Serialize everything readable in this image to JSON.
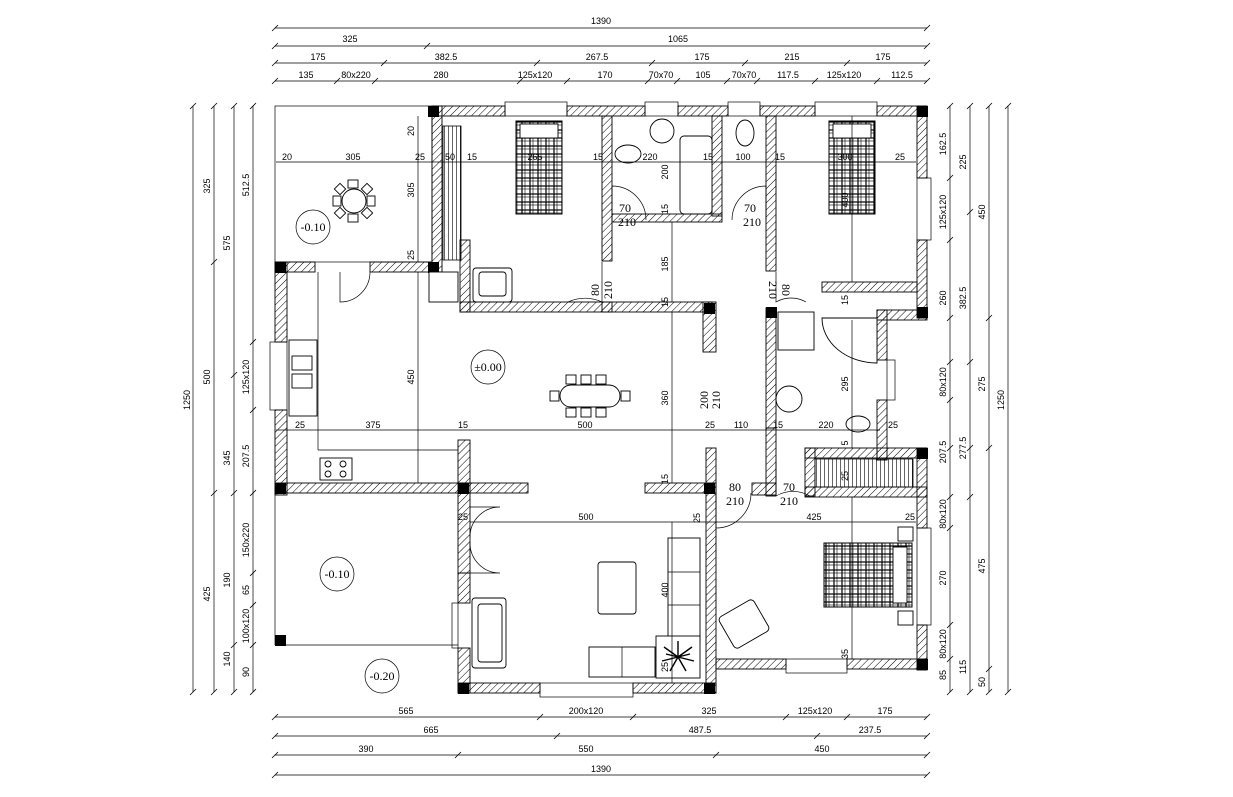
{
  "top_dims": {
    "r1": [
      "1390"
    ],
    "r2": [
      "325",
      "1065"
    ],
    "r3": [
      "175",
      "382.5",
      "267.5",
      "175",
      "215",
      "175"
    ],
    "r4": [
      "135",
      "80x220",
      "280",
      "125x120",
      "170",
      "70x70",
      "105",
      "70x70",
      "117.5",
      "125x120",
      "112.5"
    ]
  },
  "bottom_dims": {
    "r1": [
      "565",
      "200x120",
      "325",
      "125x120",
      "175"
    ],
    "r2": [
      "665",
      "487.5",
      "237.5"
    ],
    "r3": [
      "390",
      "550",
      "450"
    ],
    "r4": [
      "1390"
    ]
  },
  "left_dims": {
    "outer": [
      "1250"
    ],
    "c2": [
      "325",
      "575",
      "500",
      "345",
      "425",
      "140",
      "90"
    ],
    "c3": [
      "512.5",
      "125x120",
      "207.5",
      "150x220",
      "190",
      "65",
      "100x120"
    ]
  },
  "right_dims": {
    "outer": [
      "1250"
    ],
    "c2": [
      "225",
      "450",
      "275",
      "475",
      "50"
    ],
    "c3": [
      "162.5",
      "125x120",
      "260",
      "382.5",
      "80x120",
      "277.5",
      "207.5",
      "80x120",
      "270",
      "80x120",
      "115",
      "85"
    ]
  },
  "interior_dims": [
    "20",
    "305",
    "25",
    "50",
    "15",
    "265",
    "15",
    "220",
    "15",
    "100",
    "15",
    "300",
    "25",
    "20",
    "305",
    "25",
    "200",
    "15",
    "185",
    "15",
    "400",
    "450",
    "25",
    "375",
    "15",
    "500",
    "25",
    "110",
    "15",
    "220",
    "25",
    "360",
    "295",
    "15",
    "25",
    "500",
    "25",
    "425",
    "25",
    "400",
    "25",
    "35",
    "15",
    "5",
    "25"
  ],
  "door_labels": [
    {
      "w": "70",
      "h": "210"
    },
    {
      "w": "70",
      "h": "210"
    },
    {
      "w": "80",
      "h": "210"
    },
    {
      "w": "80",
      "h": "210"
    },
    {
      "w": "200",
      "h": "210"
    },
    {
      "w": "80",
      "h": "210"
    },
    {
      "w": "70",
      "h": "210"
    }
  ],
  "levels": [
    "-0.10",
    "±0.00",
    "-0.10",
    "-0.20"
  ],
  "colors": {
    "line": "#000000",
    "background": "#ffffff"
  }
}
